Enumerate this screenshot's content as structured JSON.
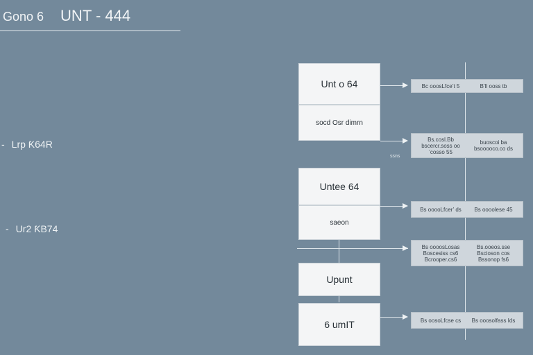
{
  "header": {
    "subtitle": "Gono 6",
    "title": "UNT  -  444"
  },
  "left_labels": [
    {
      "dash": "-",
      "text": "Lrp Ƙ64R"
    },
    {
      "dash": "-",
      "text": "Ur2 ƘB74"
    }
  ],
  "boxes": [
    {
      "text": "Unt o 64"
    },
    {
      "text": "socd Osr  dimrn"
    },
    {
      "text": "Untee 64"
    },
    {
      "text": "saeon"
    },
    {
      "text": "Upunt"
    },
    {
      "text": "6 umIT"
    }
  ],
  "cards": [
    {
      "left": "Bc ooosLfce’t 5",
      "right": "B’ll ooss tb"
    },
    {
      "left": "Bs.cosl.Bb bscercr.soss oo ’cosso 55",
      "right": "buoscoi ba bsooooco.co ds"
    },
    {
      "left": "Bs ooooLfcer’ ds",
      "right": "Bs oooolese 45"
    },
    {
      "left": "Bs oooosLosas Boscesiss cs6 Bcrooper.cs6",
      "right": "Bs.ooeos.sse Bscioson cos Bssonop fs6"
    },
    {
      "left": "Bs oosoLfcse cs",
      "right": "Bs ooosolfass Ids"
    }
  ],
  "note": "ssns"
}
